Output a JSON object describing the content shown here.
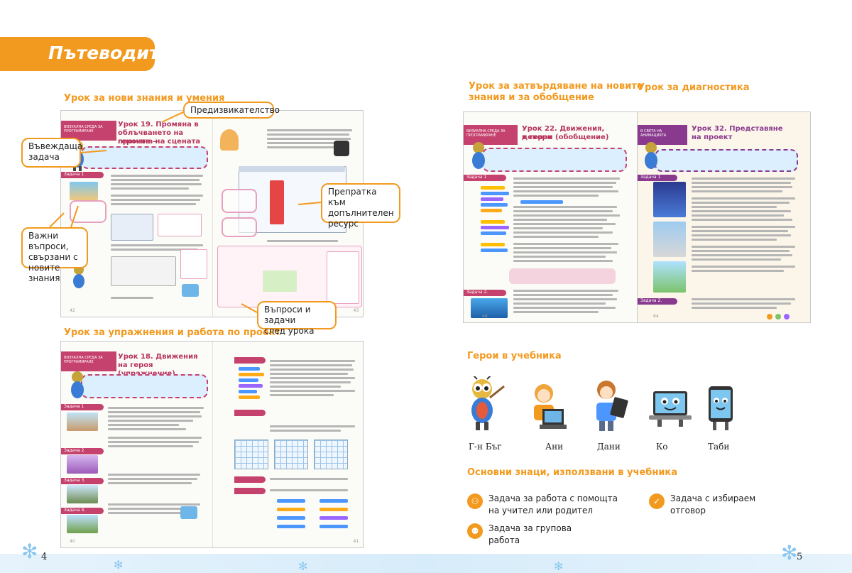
{
  "banner": {
    "title": "Пътеводител"
  },
  "sections": {
    "new_knowledge": "Урок за нови знания и умения",
    "exercise": "Урок за упражнения и работа по проект",
    "consolidation_1": "Урок за затвърдяване на новите",
    "consolidation_2": "знания и за обобщение",
    "diagnostics": "Урок за диагностика",
    "heroes": "Герои в учебника",
    "signs": "Основни знаци, използвани в учебника"
  },
  "callouts": {
    "motivation": "Предизвикателство",
    "intro_task_1": "Въвеждаща",
    "intro_task_2": "задача",
    "important_1": "Важни въпроси,",
    "important_2": "свързани с",
    "important_3": "новите знания",
    "reference_1": "Препратка към",
    "reference_2": "допълнителен",
    "reference_3": "ресурс",
    "questions_1": "Въпроси и задачи",
    "questions_2": "след урока"
  },
  "thumbnails": {
    "band_label": "ВИЗУАЛНА СРЕДА ЗА ПРОГРАМИРАНЕ",
    "band_label_diag": "В СВЕТА НА АНИМАЦИЯТА",
    "lesson19_1": "Урок 19. Промяна в",
    "lesson19_2": "облъчването на героите –",
    "lesson19_3": "промяна на сцената",
    "lesson18_1": "Урок 18. Движения",
    "lesson18_2": "на героя (упражнение)",
    "lesson22_1": "Урок 22. Движения, декори",
    "lesson22_2": "и герои (обобщение)",
    "lesson32_1": "Урок 32. Представяне",
    "lesson32_2": "на проект",
    "task1": "Задача 1",
    "task2": "Задача 2.",
    "task3": "Задача 3.",
    "task4": "Задача 4.",
    "page42": "42",
    "page43": "43",
    "page40": "40",
    "page41": "41",
    "page48": "48",
    "page64": "64"
  },
  "heroes": [
    {
      "name": "Г-н Бъг",
      "icon": "bug-teacher-icon"
    },
    {
      "name": "Ани",
      "icon": "girl-computer-icon"
    },
    {
      "name": "Дани",
      "icon": "boy-tablet-icon"
    },
    {
      "name": "Ко",
      "icon": "laptop-character-icon"
    },
    {
      "name": "Таби",
      "icon": "tablet-character-icon"
    }
  ],
  "legend": {
    "assisted_1": "Задача за работа с помощта",
    "assisted_2": "на учител или родител",
    "group_1": "Задача за групова",
    "group_2": "работа",
    "choice_1": "Задача с избираем",
    "choice_2": "отговор"
  },
  "page_numbers": {
    "left": "4",
    "right": "5"
  },
  "colors": {
    "accent": "#f29a1f",
    "lesson_red": "#c6426e",
    "lesson_purple": "#8a3a8e",
    "goal_blue": "#dcefff"
  }
}
